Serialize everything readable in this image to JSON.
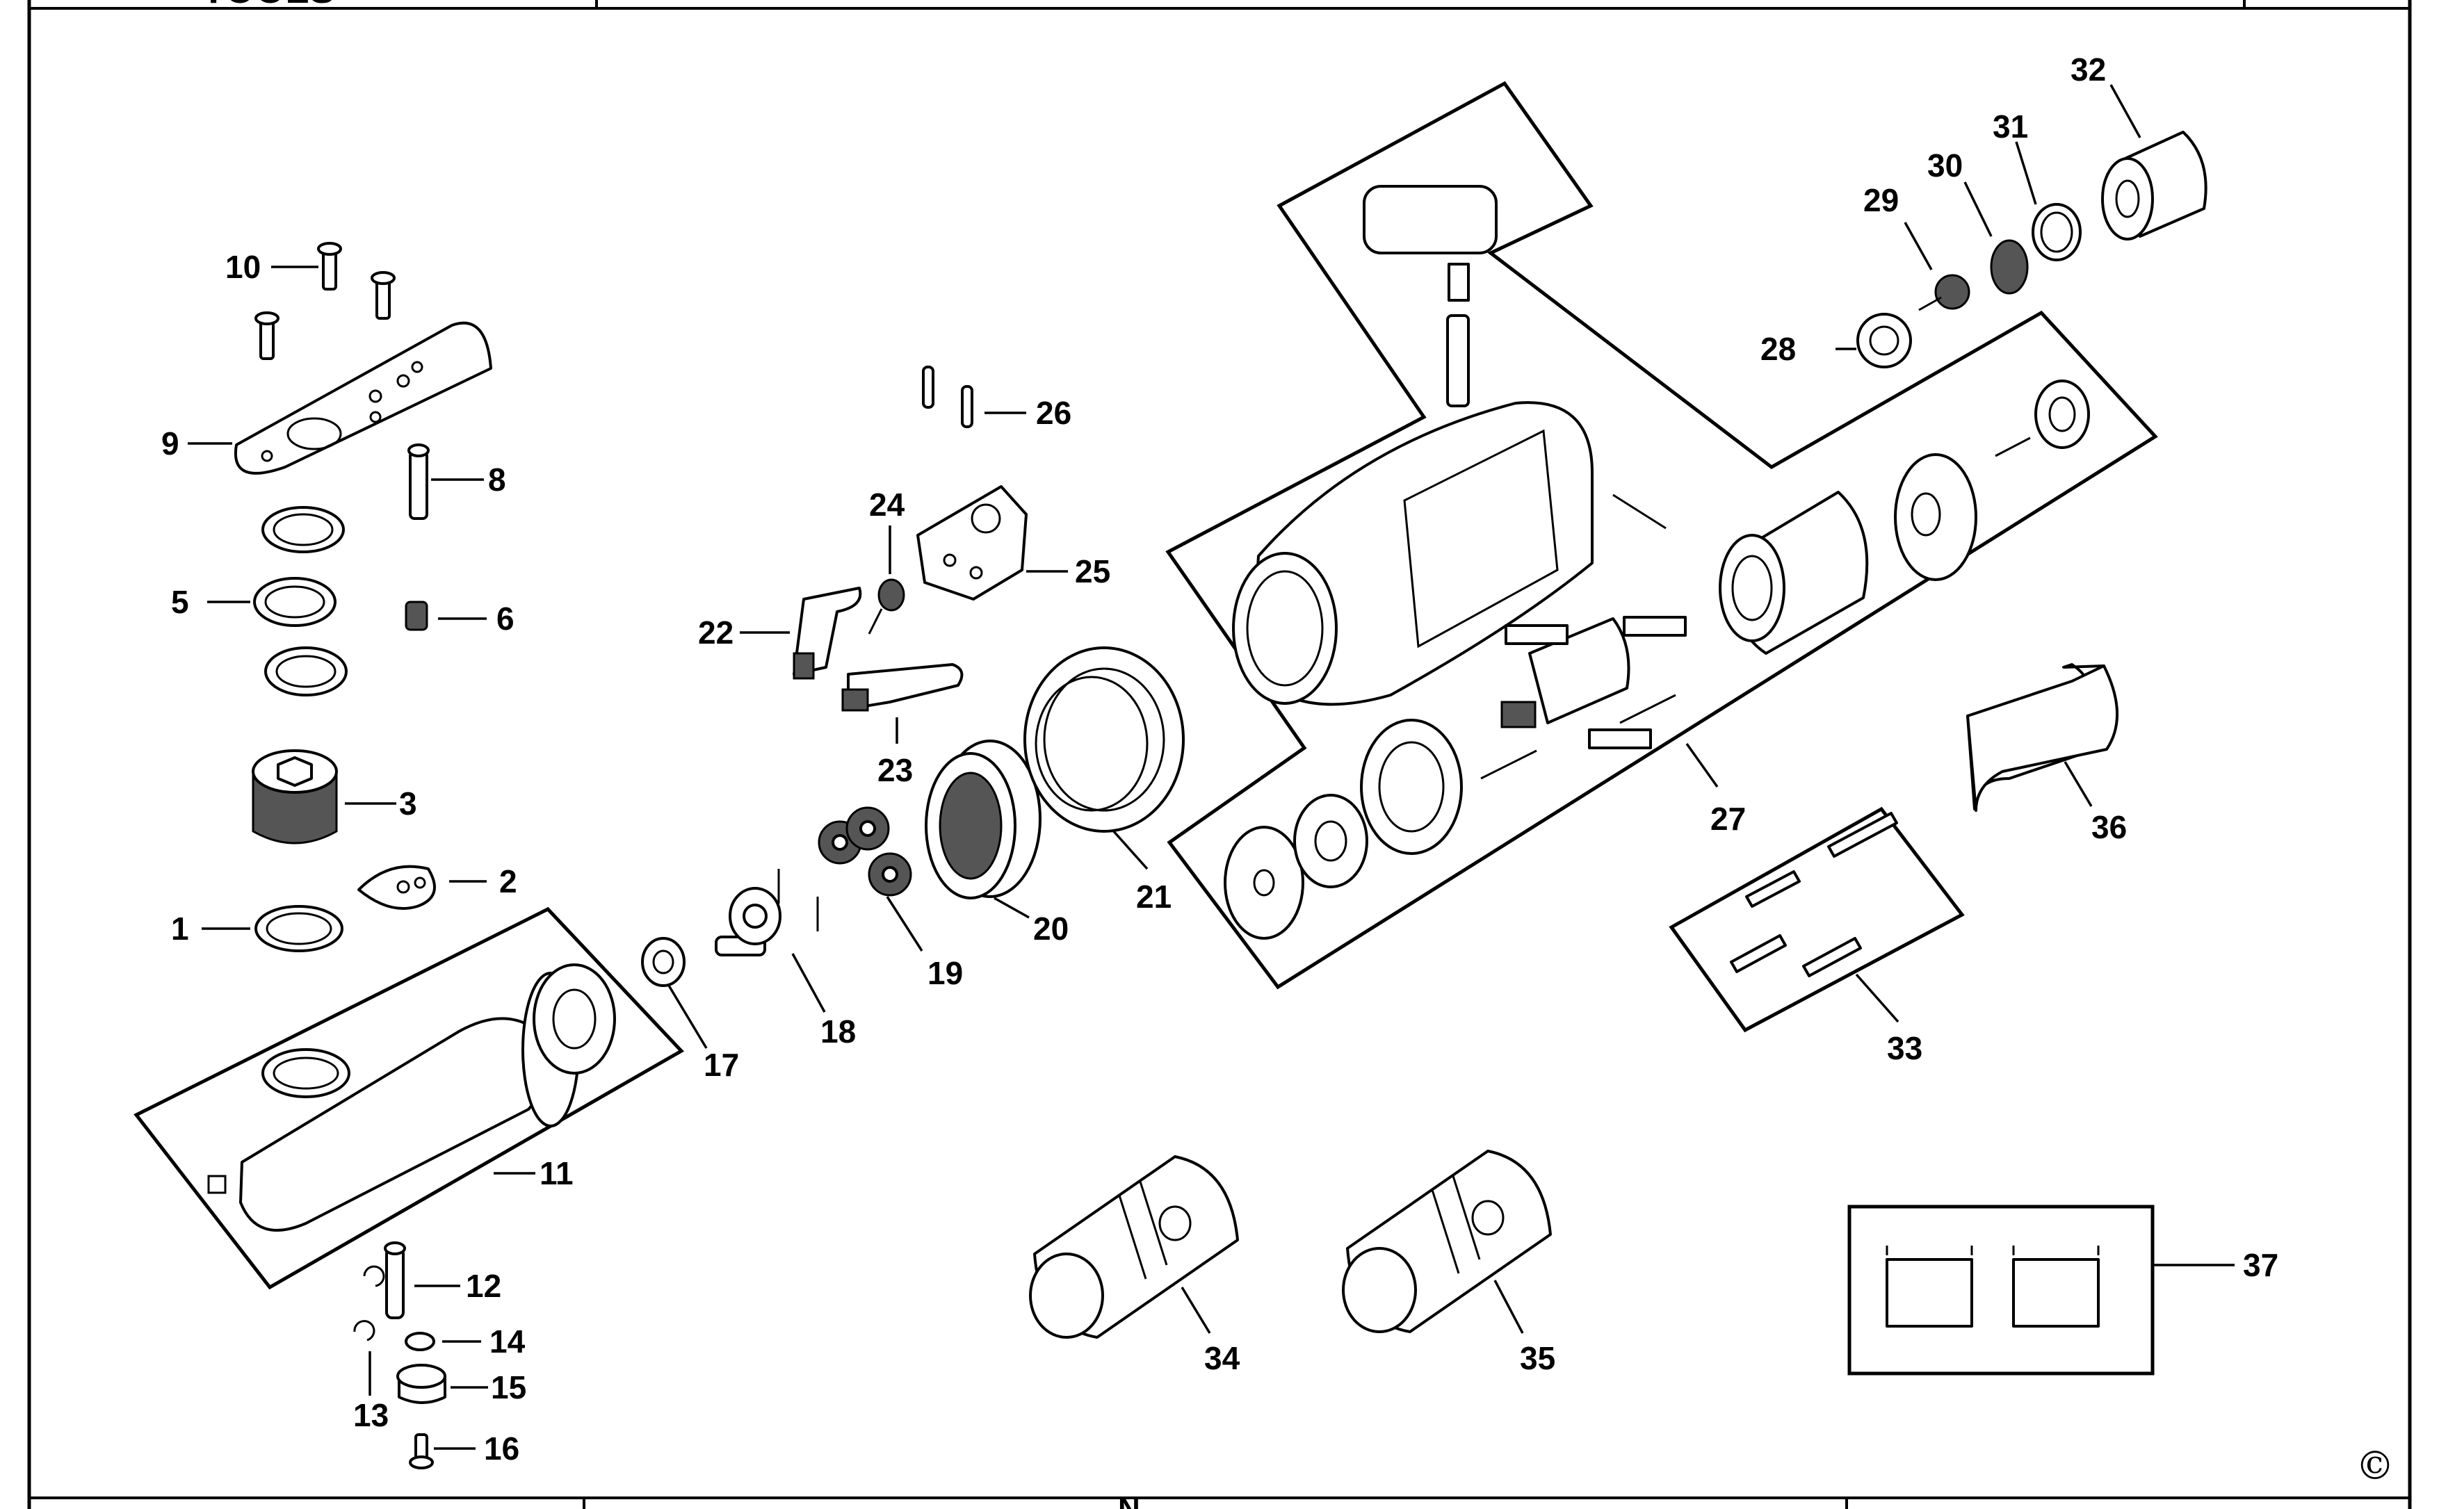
{
  "sheet": {
    "copyright_symbol": "©",
    "top_logo_fragment": "TOOLS",
    "bottom_title_fragment": "N"
  },
  "callouts": [
    {
      "n": "1"
    },
    {
      "n": "2"
    },
    {
      "n": "3"
    },
    {
      "n": "5"
    },
    {
      "n": "6"
    },
    {
      "n": "8"
    },
    {
      "n": "9"
    },
    {
      "n": "10"
    },
    {
      "n": "11"
    },
    {
      "n": "12"
    },
    {
      "n": "13"
    },
    {
      "n": "14"
    },
    {
      "n": "15"
    },
    {
      "n": "16"
    },
    {
      "n": "17"
    },
    {
      "n": "18"
    },
    {
      "n": "19"
    },
    {
      "n": "20"
    },
    {
      "n": "21"
    },
    {
      "n": "22"
    },
    {
      "n": "23"
    },
    {
      "n": "24"
    },
    {
      "n": "25"
    },
    {
      "n": "26"
    },
    {
      "n": "27"
    },
    {
      "n": "28"
    },
    {
      "n": "29"
    },
    {
      "n": "30"
    },
    {
      "n": "31"
    },
    {
      "n": "32"
    },
    {
      "n": "33"
    },
    {
      "n": "34"
    },
    {
      "n": "35"
    },
    {
      "n": "36"
    },
    {
      "n": "37"
    }
  ]
}
